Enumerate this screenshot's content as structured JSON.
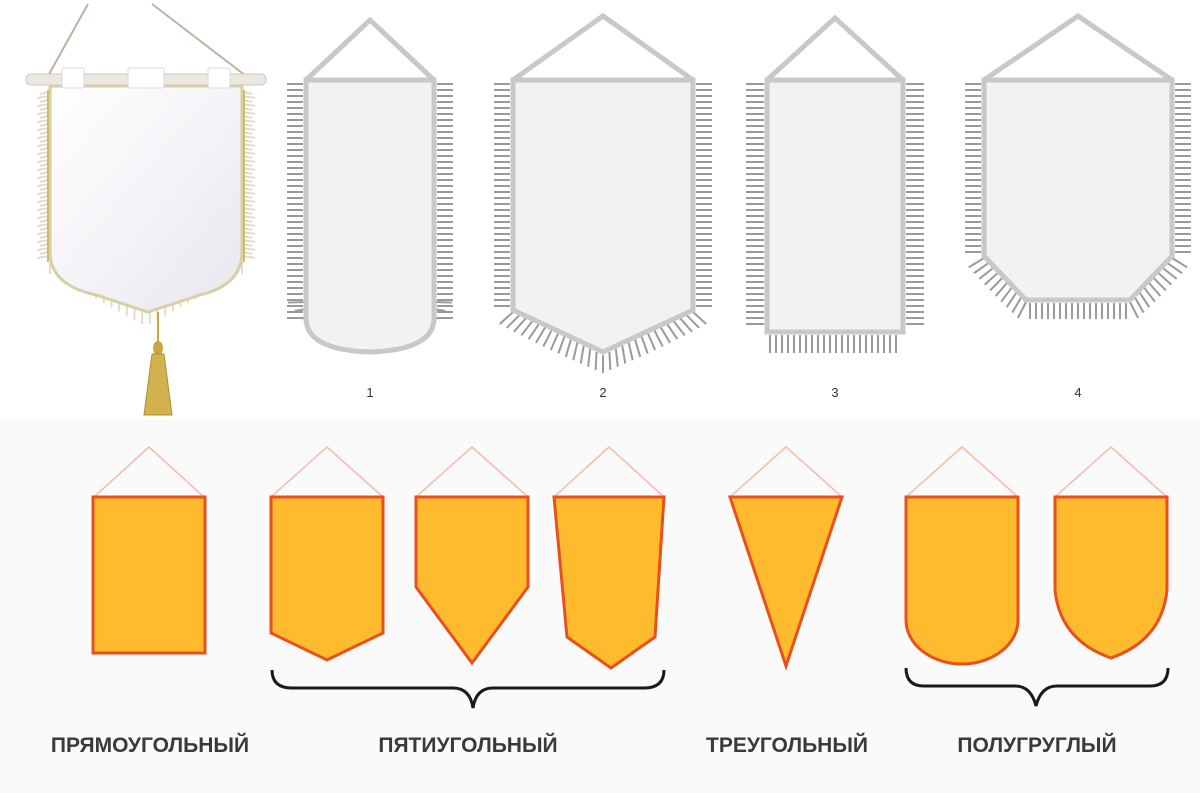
{
  "numbers": {
    "n1": "1",
    "n2": "2",
    "n3": "3",
    "n4": "4"
  },
  "categories": {
    "rect": "ПРЯМОУГОЛЬНЫЙ",
    "penta": "ПЯТИУГОЛЬНЫЙ",
    "tri": "ТРЕУГОЛЬНЫЙ",
    "semi": "ПОЛУГРУГЛЫЙ"
  },
  "colors": {
    "outline_gray": "#c8c8c8",
    "panel_fill": "#f2f2f2",
    "fringe_gray": "#9a9a9a",
    "orange_fill": "#ffba2e",
    "orange_stroke": "#e8501e",
    "hanger_line": "#f5b8a2",
    "brace": "#1a1a1a",
    "gold": "#c9a640"
  }
}
